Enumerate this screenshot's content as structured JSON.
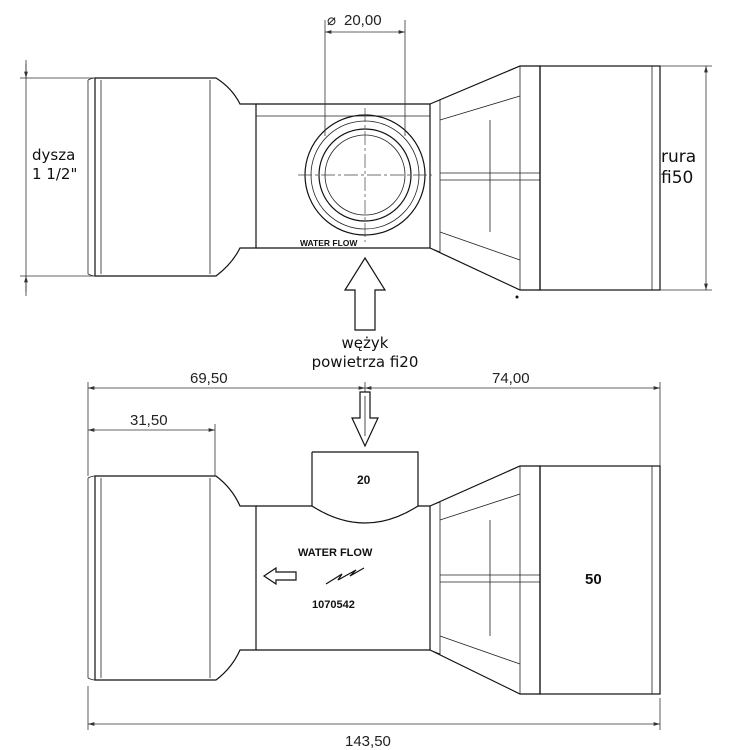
{
  "top_view": {
    "diameter_dim": "20,00",
    "nozzle_label_line1": "dysza",
    "nozzle_label_line2": "1 1/2\"",
    "pipe_label_line1": "rura",
    "pipe_label_line2": "fi50",
    "flow_text": "WATER FLOW"
  },
  "hose_label_line1": "wężyk",
  "hose_label_line2": "powietrza fi20",
  "front_view": {
    "dim_left": "69,50",
    "dim_right": "74,00",
    "dim_nozzle": "31,50",
    "dim_total": "143,50",
    "inlet_size": "20",
    "flow_text": "WATER FLOW",
    "part_number": "1070542",
    "outlet_size": "50"
  }
}
